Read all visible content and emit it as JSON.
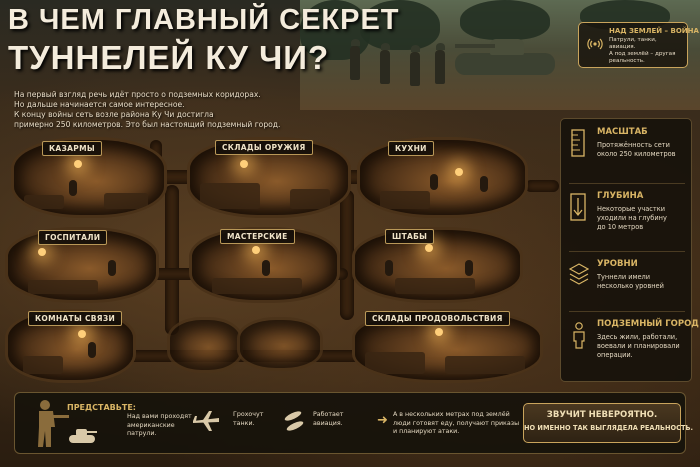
{
  "title": {
    "line1": "В ЧЕМ ГЛАВНЫЙ СЕКРЕТ",
    "line2": "ТУННЕЛЕЙ КУ ЧИ?"
  },
  "intro": [
    "На первый взгляд речь идёт просто о подземных коридорах.",
    "Но дальше начинается самое интересное.",
    "К концу войны сеть возле района Ку Чи достигла",
    "примерно 250 километров. Это был настоящий подземный город."
  ],
  "notice": {
    "heading": "НАД ЗЕМЛЕЙ – ВОЙНА",
    "lines": [
      "Патрули, танки, авиация.",
      "А под землёй – другая",
      "реальность."
    ],
    "icon": "radio-waves-icon"
  },
  "chambers": [
    "КАЗАРМЫ",
    "СКЛАДЫ ОРУЖИЯ",
    "КУХНИ",
    "ГОСПИТАЛИ",
    "МАСТЕРСКИЕ",
    "ШТАБЫ",
    "КОМНАТЫ СВЯЗИ",
    "СКЛАДЫ ПРОДОВОЛЬСТВИЯ"
  ],
  "sidebar": [
    {
      "heading": "МАСШТАБ",
      "lines": [
        "Протяжённость сети",
        "около 250 километров"
      ],
      "icon": "ruler-icon"
    },
    {
      "heading": "ГЛУБИНА",
      "lines": [
        "Некоторые участки",
        "уходили на глубину",
        "до 10 метров"
      ],
      "icon": "depth-arrow-icon"
    },
    {
      "heading": "УРОВНИ",
      "lines": [
        "Туннели имели",
        "несколько уровней"
      ],
      "icon": "layers-icon"
    },
    {
      "heading": "ПОДЗЕМНЫЙ ГОРОД",
      "lines": [
        "Здесь жили, работали,",
        "воевали и планировали",
        "операции."
      ],
      "icon": "person-icon"
    }
  ],
  "bottom": {
    "heading": "ПРЕДСТАВЬТЕ:",
    "items": [
      {
        "lines": [
          "Над вами проходят",
          "американские",
          "патрули."
        ],
        "icon": "tank-icon"
      },
      {
        "lines": [
          "Грохочут",
          "танки."
        ],
        "icon": "airplane-icon"
      },
      {
        "lines": [
          "Работает",
          "авиация."
        ],
        "icon": "bombs-icon"
      },
      {
        "lines": [
          "А в нескольких метрах под землёй",
          "люди готовят еду, получают приказы",
          "и планируют атаки."
        ],
        "icon": ""
      }
    ],
    "arrow": "➜",
    "cta": {
      "line1": "ЗВУЧИТ НЕВЕРОЯТНО.",
      "line2": "НО ИМЕННО ТАК ВЫГЛЯДЕЛА РЕАЛЬНОСТЬ."
    }
  },
  "colors": {
    "accent": "#d9b565",
    "panel": "#14100a",
    "soil": "#3c2a17"
  }
}
